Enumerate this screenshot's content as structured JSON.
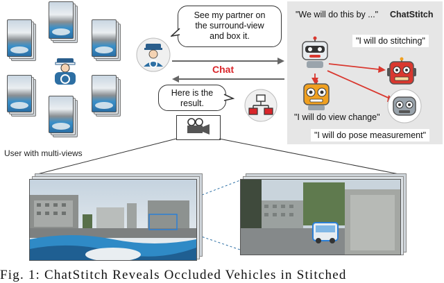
{
  "figure": {
    "user_caption": "User with multi-views",
    "bubble_request": "See my partner on the surround-view and box it.",
    "bubble_request_lines": [
      "See my partner on",
      "the surround-view",
      "and box it."
    ],
    "chat_label": "Chat",
    "bubble_result_lines": [
      "Here is the",
      "result."
    ],
    "panel_title": "ChatStitch",
    "agent_quotes": {
      "planner": "\"We will do this by ...\"",
      "stitcher": "\"I will do stitching\"",
      "view": "\"I will do view change\"",
      "pose": "\"I will do pose measurement\""
    },
    "figure_caption": "Fig. 1: ChatStitch Reveals Occluded Vehicles in Stitched"
  },
  "colors": {
    "chat_red": "#d9262b",
    "panel_bg": "#e6e6e6",
    "robot_red": "#d9382f",
    "robot_orange": "#f0a020",
    "robot_gray": "#9aa4ac",
    "box_blue": "#2b7fd6"
  },
  "icons": [
    "user-avatar-icon",
    "network-icon",
    "video-camera-icon",
    "robot-icon"
  ]
}
